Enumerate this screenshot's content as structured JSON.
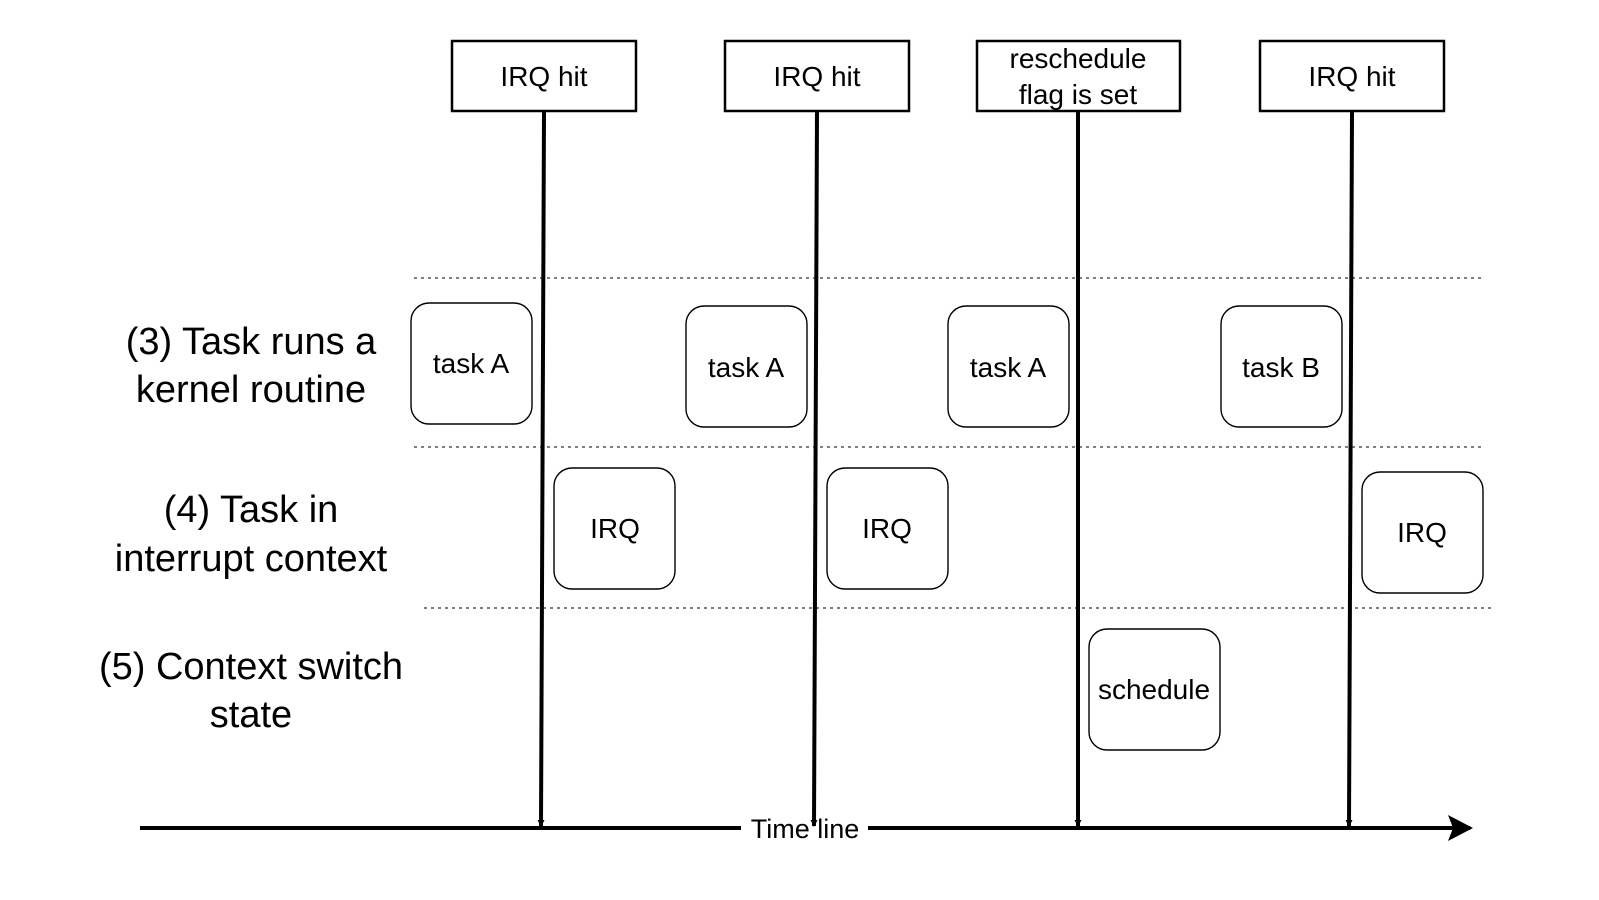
{
  "events": [
    {
      "label_lines": [
        "IRQ hit"
      ]
    },
    {
      "label_lines": [
        "IRQ hit"
      ]
    },
    {
      "label_lines": [
        "reschedule",
        "flag is set"
      ]
    },
    {
      "label_lines": [
        "IRQ hit"
      ]
    }
  ],
  "lanes": [
    {
      "label_lines": [
        "(3) Task runs a",
        "kernel routine"
      ]
    },
    {
      "label_lines": [
        "(4) Task in",
        "interrupt context"
      ]
    },
    {
      "label_lines": [
        "(5) Context switch",
        "state"
      ]
    }
  ],
  "blocks": [
    {
      "lane": 0,
      "label": "task A"
    },
    {
      "lane": 0,
      "label": "task A"
    },
    {
      "lane": 0,
      "label": "task A"
    },
    {
      "lane": 0,
      "label": "task B"
    },
    {
      "lane": 1,
      "label": "IRQ"
    },
    {
      "lane": 1,
      "label": "IRQ"
    },
    {
      "lane": 1,
      "label": "IRQ"
    },
    {
      "lane": 2,
      "label": "schedule"
    }
  ],
  "timeline": {
    "label": "Time line"
  }
}
